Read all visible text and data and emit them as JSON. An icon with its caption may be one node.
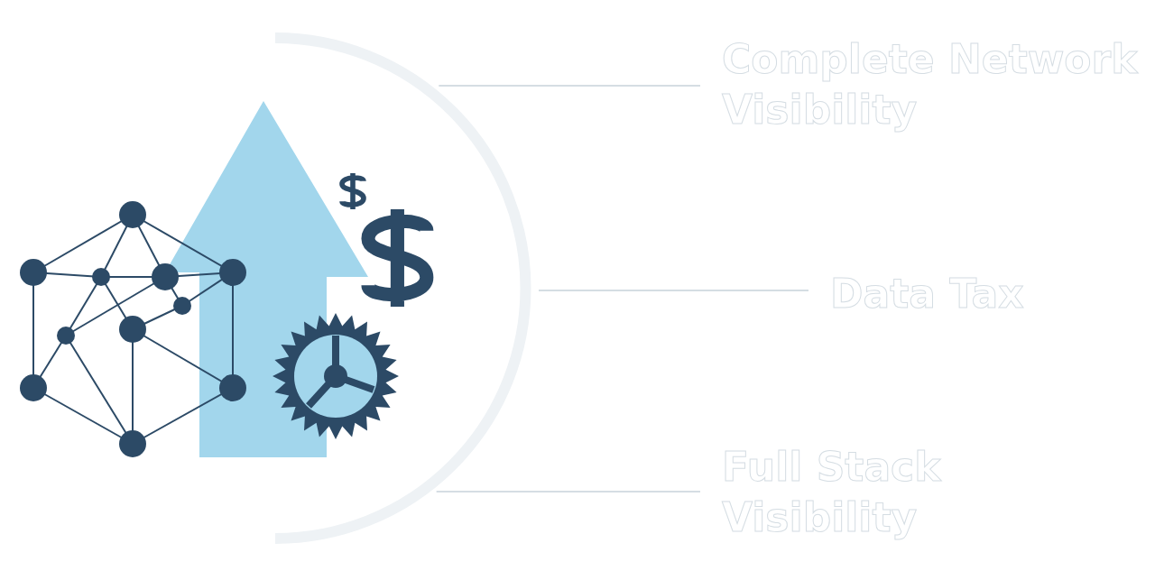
{
  "diagram": {
    "nodes": [
      {
        "text": [],
        "shape": "picture"
      },
      {
        "text": [
          "Complete Network Visibility"
        ]
      },
      {
        "text": [
          "Data Tax"
        ]
      },
      {
        "text": [
          "Full Stack Visibility"
        ]
      }
    ],
    "edges": [
      {
        "from": 1,
        "to": 0,
        "arrow": "none"
      },
      {
        "from": 2,
        "to": 0,
        "arrow": "none"
      },
      {
        "from": 3,
        "to": 0,
        "arrow": "none"
      }
    ]
  }
}
